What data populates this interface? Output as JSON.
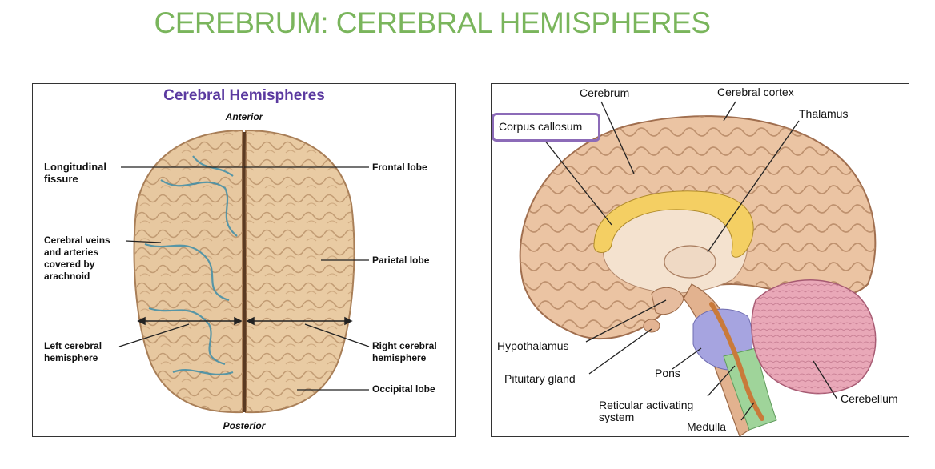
{
  "slide": {
    "title": "CEREBRUM: CEREBRAL HEMISPHERES"
  },
  "left_figure": {
    "title": "Cerebral Hemispheres",
    "anterior": "Anterior",
    "posterior": "Posterior",
    "labels": {
      "longitudinal_fissure": "Longitudinal fissure",
      "cerebral_veins": "Cerebral veins and arteries covered by arachnoid",
      "left_hemisphere": "Left cerebral hemisphere",
      "frontal_lobe": "Frontal lobe",
      "parietal_lobe": "Parietal lobe",
      "right_hemisphere": "Right cerebral hemisphere",
      "occipital_lobe": "Occipital lobe"
    }
  },
  "right_figure": {
    "labels": {
      "cerebrum": "Cerebrum",
      "cerebral_cortex": "Cerebral cortex",
      "corpus_callosum": "Corpus callosum",
      "thalamus": "Thalamus",
      "hypothalamus": "Hypothalamus",
      "pituitary_gland": "Pituitary gland",
      "pons": "Pons",
      "reticular_activating_system": "Reticular activating system",
      "medulla": "Medulla",
      "cerebellum": "Cerebellum"
    }
  },
  "colors": {
    "title": "#7ab55c",
    "figure_title": "#5b3aa0",
    "brain_tissue": "#e8c9a0",
    "corpus_callosum": "#f4cf63",
    "pons": "#a6a4e0",
    "medulla": "#9fd49a",
    "cerebellum": "#e9a8b8",
    "highlight_box": "#8c6bb8"
  }
}
